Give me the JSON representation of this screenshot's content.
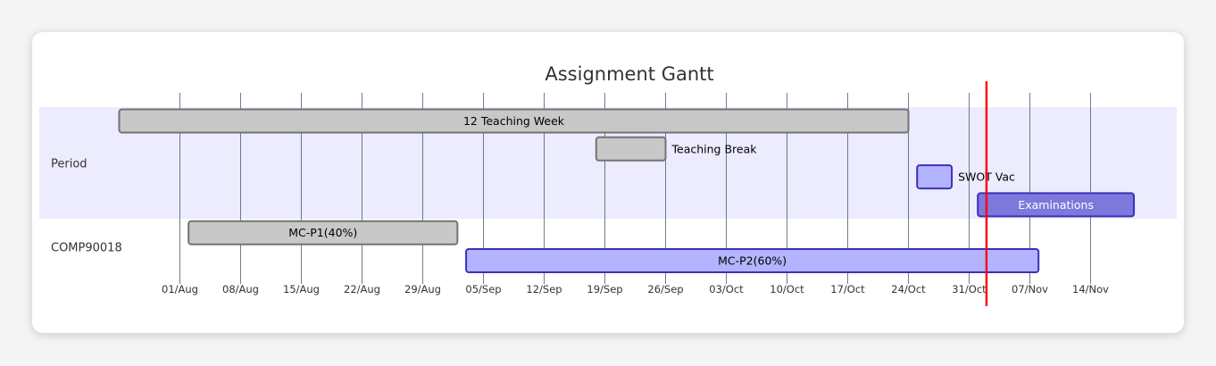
{
  "chart_data": {
    "type": "gantt",
    "title": "Assignment Gantt",
    "year": 2022,
    "x_range": [
      "2022-07-23",
      "2022-11-25"
    ],
    "ticks": [
      {
        "date": "2022-08-01",
        "label": "01/Aug"
      },
      {
        "date": "2022-08-08",
        "label": "08/Aug"
      },
      {
        "date": "2022-08-15",
        "label": "15/Aug"
      },
      {
        "date": "2022-08-22",
        "label": "22/Aug"
      },
      {
        "date": "2022-08-29",
        "label": "29/Aug"
      },
      {
        "date": "2022-09-05",
        "label": "05/Sep"
      },
      {
        "date": "2022-09-12",
        "label": "12/Sep"
      },
      {
        "date": "2022-09-19",
        "label": "19/Sep"
      },
      {
        "date": "2022-09-26",
        "label": "26/Sep"
      },
      {
        "date": "2022-10-03",
        "label": "03/Oct"
      },
      {
        "date": "2022-10-10",
        "label": "10/Oct"
      },
      {
        "date": "2022-10-17",
        "label": "17/Oct"
      },
      {
        "date": "2022-10-24",
        "label": "24/Oct"
      },
      {
        "date": "2022-10-31",
        "label": "31/Oct"
      },
      {
        "date": "2022-11-07",
        "label": "07/Nov"
      },
      {
        "date": "2022-11-14",
        "label": "14/Nov"
      }
    ],
    "today_marker": "2022-11-02",
    "sections": [
      {
        "name": "Period",
        "tasks": [
          {
            "label": "12 Teaching Week",
            "start": "2022-07-25",
            "end": "2022-10-24",
            "status": "done"
          },
          {
            "label": "Teaching Break",
            "start": "2022-09-18",
            "end": "2022-09-26",
            "status": "done"
          },
          {
            "label": "SWOT Vac",
            "start": "2022-10-25",
            "end": "2022-10-29",
            "status": "normal"
          },
          {
            "label": "Examinations",
            "start": "2022-11-01",
            "end": "2022-11-19",
            "status": "active"
          }
        ]
      },
      {
        "name": "COMP90018",
        "tasks": [
          {
            "label": "MC-P1(40%)",
            "start": "2022-08-02",
            "end": "2022-09-02",
            "status": "done"
          },
          {
            "label": "MC-P2(60%)",
            "start": "2022-09-03",
            "end": "2022-11-08",
            "status": "normal"
          }
        ]
      }
    ],
    "colors": {
      "done_fill": "#c8c8c8",
      "done_stroke": "#737373",
      "normal_fill": "#b3b3ff",
      "normal_stroke": "#3c30b9",
      "active_fill": "#7d78db",
      "active_stroke": "#3c30b9",
      "active_text": "#ffffff",
      "text": "#000000",
      "section_band": "#ececfe",
      "grid": "#2f3f55",
      "today": "#ff0000"
    }
  }
}
